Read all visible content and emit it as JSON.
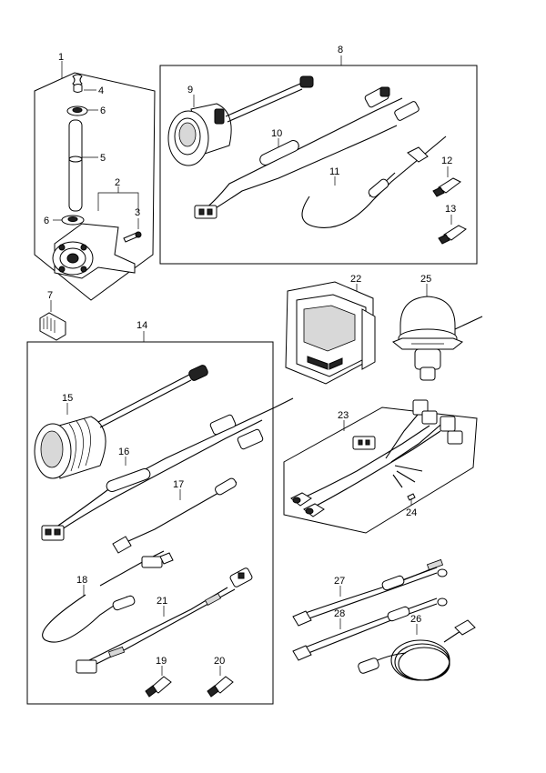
{
  "callouts": {
    "c1": "1",
    "c2": "2",
    "c3": "3",
    "c4": "4",
    "c5": "5",
    "c6a": "6",
    "c6b": "6",
    "c7": "7",
    "c8": "8",
    "c9": "9",
    "c10": "10",
    "c11": "11",
    "c12": "12",
    "c13": "13",
    "c14": "14",
    "c15": "15",
    "c16": "16",
    "c17": "17",
    "c18": "18",
    "c19": "19",
    "c20": "20",
    "c21": "21",
    "c22": "22",
    "c23": "23",
    "c24": "24",
    "c25": "25",
    "c26": "26",
    "c27": "27",
    "c28": "28"
  }
}
